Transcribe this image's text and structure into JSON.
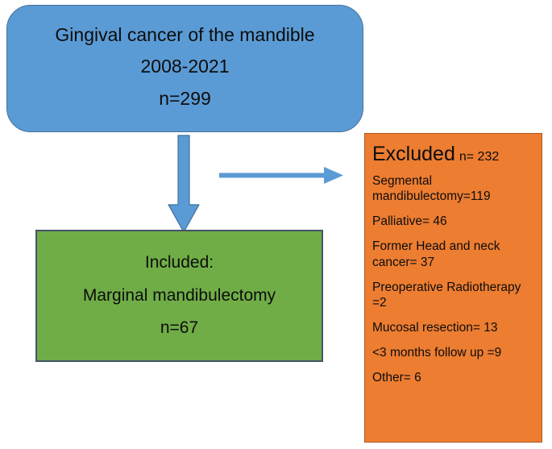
{
  "diagram": {
    "title": "Study inclusion flow diagram",
    "background": "#ffffff",
    "colors": {
      "blue_fill": "#5B9BD5",
      "blue_border": "#41719C",
      "green_fill": "#70AD47",
      "green_border": "#44546A",
      "orange_fill": "#ED7D31",
      "orange_border": "#AE5A21",
      "arrow": "#5B9BD5",
      "arrow_border": "#41719C",
      "text": "#0d0d0d"
    }
  },
  "source_box": {
    "line1": "Gingival cancer of the mandible",
    "line2": "2008-2021",
    "line3": "n=299"
  },
  "included_box": {
    "line1": "Included:",
    "line2": "Marginal mandibulectomy",
    "line3": "n=67"
  },
  "excluded_box": {
    "title": "Excluded",
    "count": "n= 232",
    "reasons": [
      "Segmental mandibulectomy=119",
      "Palliative= 46",
      "Former Head and neck cancer= 37",
      "Preoperative Radiotherapy =2",
      "Mucosal resection= 13",
      "<3 months follow up =9",
      "Other= 6"
    ]
  },
  "arrows": {
    "down": "arrow-down-icon",
    "right": "arrow-right-icon"
  }
}
